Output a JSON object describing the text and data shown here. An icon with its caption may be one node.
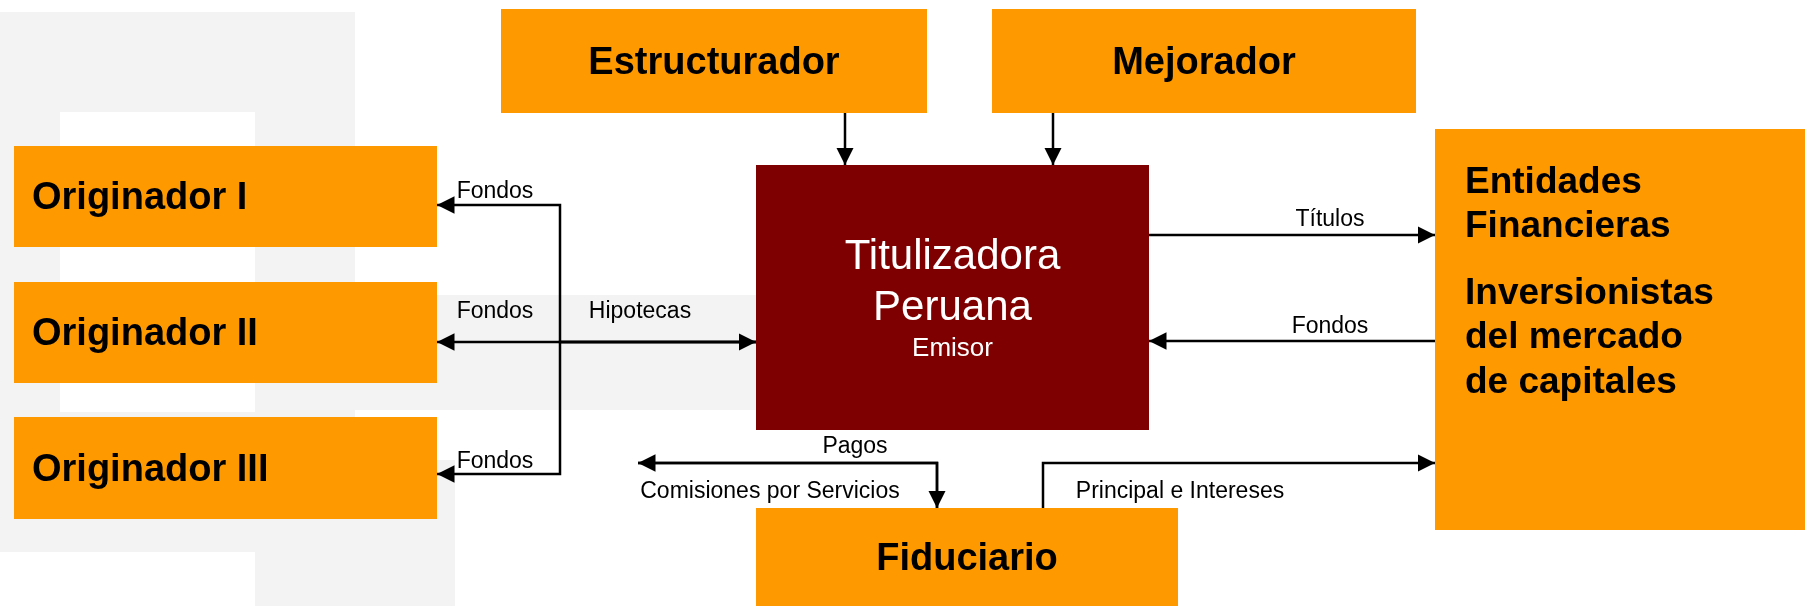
{
  "diagram": {
    "nodes": [
      {
        "text": [
          "Estructurador"
        ]
      },
      {
        "text": [
          "Mejorador"
        ]
      },
      {
        "text": [
          "Originador I"
        ]
      },
      {
        "text": [
          "Originador II"
        ]
      },
      {
        "text": [
          "Originador III"
        ]
      },
      {
        "text": [
          "Titulizadora Peruana",
          "Emisor"
        ]
      },
      {
        "text": [
          "Entidades Financieras",
          "Inversionistas del mercado de capitales"
        ]
      },
      {
        "text": [
          "Fiduciario"
        ]
      }
    ],
    "edges": [
      {
        "from": 0,
        "to": 5,
        "arrow": "to"
      },
      {
        "from": 1,
        "to": 5,
        "arrow": "to"
      },
      {
        "from": 5,
        "to": 2,
        "arrow": "to",
        "label": "Fondos"
      },
      {
        "from": 3,
        "to": 5,
        "arrow": "both",
        "label": "Hipotecas"
      },
      {
        "from": 5,
        "to": 4,
        "arrow": "to",
        "label": "Fondos"
      },
      {
        "from": 5,
        "to": 6,
        "arrow": "to",
        "label": "Títulos"
      },
      {
        "from": 6,
        "to": 5,
        "arrow": "to",
        "label": "Fondos"
      },
      {
        "from": null,
        "to": 7,
        "arrow": "to",
        "label": "Pagos"
      },
      {
        "from": 7,
        "to": null,
        "arrow": "to",
        "label": "Comisiones por Servicios"
      },
      {
        "from": 7,
        "to": 6,
        "arrow": "to",
        "label": "Principal e Intereses"
      }
    ],
    "labels": [
      "Fondos"
    ]
  }
}
